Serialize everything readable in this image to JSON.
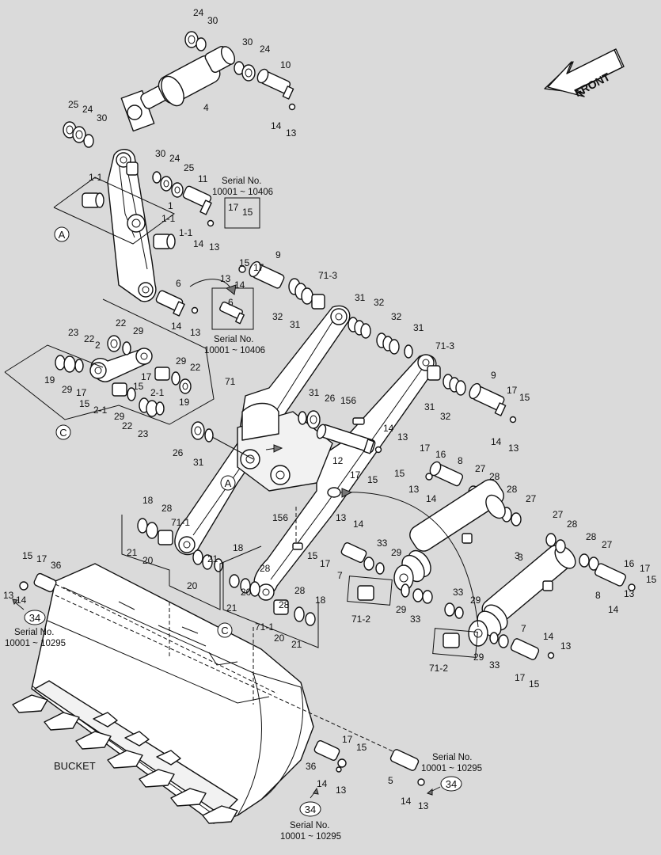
{
  "front_label": "FRONT",
  "bucket_label": "BUCKET",
  "serial_notes": [
    {
      "id": "s1",
      "title": "Serial No.",
      "range": "10001 ~ 10406"
    },
    {
      "id": "s2",
      "title": "Serial No.",
      "range": "10001 ~ 10406"
    },
    {
      "id": "s3",
      "title": "Serial No.",
      "range": "10001 ~ 10295"
    },
    {
      "id": "s4",
      "title": "Serial No.",
      "range": "10001 ~ 10295"
    },
    {
      "id": "s5",
      "title": "Serial No.",
      "range": "10001 ~ 10295"
    }
  ],
  "detail_refs": [
    {
      "id": "ref-a-1",
      "text": "A"
    },
    {
      "id": "ref-a-2",
      "text": "A"
    },
    {
      "id": "ref-c-1",
      "text": "C"
    },
    {
      "id": "ref-c-2",
      "text": "C"
    },
    {
      "id": "ref-34-1",
      "text": "34"
    },
    {
      "id": "ref-34-2",
      "text": "34"
    },
    {
      "id": "ref-34-3",
      "text": "34"
    }
  ],
  "inset_label": "6",
  "callouts": [
    {
      "t": "24"
    },
    {
      "t": "30"
    },
    {
      "t": "30"
    },
    {
      "t": "24"
    },
    {
      "t": "10"
    },
    {
      "t": "4"
    },
    {
      "t": "14"
    },
    {
      "t": "13"
    },
    {
      "t": "25"
    },
    {
      "t": "24"
    },
    {
      "t": "30"
    },
    {
      "t": "30"
    },
    {
      "t": "24"
    },
    {
      "t": "25"
    },
    {
      "t": "11"
    },
    {
      "t": "17"
    },
    {
      "t": "15"
    },
    {
      "t": "1-1"
    },
    {
      "t": "1"
    },
    {
      "t": "1-1"
    },
    {
      "t": "1-1"
    },
    {
      "t": "14"
    },
    {
      "t": "13"
    },
    {
      "t": "15"
    },
    {
      "t": "17"
    },
    {
      "t": "9"
    },
    {
      "t": "13"
    },
    {
      "t": "14"
    },
    {
      "t": "71-3"
    },
    {
      "t": "32"
    },
    {
      "t": "31"
    },
    {
      "t": "6"
    },
    {
      "t": "14"
    },
    {
      "t": "13"
    },
    {
      "t": "31"
    },
    {
      "t": "32"
    },
    {
      "t": "32"
    },
    {
      "t": "31"
    },
    {
      "t": "22"
    },
    {
      "t": "29"
    },
    {
      "t": "2"
    },
    {
      "t": "23"
    },
    {
      "t": "22"
    },
    {
      "t": "19"
    },
    {
      "t": "29"
    },
    {
      "t": "17"
    },
    {
      "t": "15"
    },
    {
      "t": "29"
    },
    {
      "t": "22"
    },
    {
      "t": "2-1"
    },
    {
      "t": "17"
    },
    {
      "t": "15"
    },
    {
      "t": "2-1"
    },
    {
      "t": "19"
    },
    {
      "t": "29"
    },
    {
      "t": "22"
    },
    {
      "t": "23"
    },
    {
      "t": "71-3"
    },
    {
      "t": "9"
    },
    {
      "t": "17"
    },
    {
      "t": "15"
    },
    {
      "t": "31"
    },
    {
      "t": "32"
    },
    {
      "t": "14"
    },
    {
      "t": "13"
    },
    {
      "t": "71"
    },
    {
      "t": "31"
    },
    {
      "t": "26"
    },
    {
      "t": "156"
    },
    {
      "t": "14"
    },
    {
      "t": "13"
    },
    {
      "t": "12"
    },
    {
      "t": "17"
    },
    {
      "t": "15"
    },
    {
      "t": "26"
    },
    {
      "t": "31"
    },
    {
      "t": "17"
    },
    {
      "t": "16"
    },
    {
      "t": "8"
    },
    {
      "t": "15"
    },
    {
      "t": "13"
    },
    {
      "t": "14"
    },
    {
      "t": "27"
    },
    {
      "t": "28"
    },
    {
      "t": "28"
    },
    {
      "t": "27"
    },
    {
      "t": "18"
    },
    {
      "t": "28"
    },
    {
      "t": "71-1"
    },
    {
      "t": "21"
    },
    {
      "t": "20"
    },
    {
      "t": "156"
    },
    {
      "t": "13"
    },
    {
      "t": "14"
    },
    {
      "t": "15"
    },
    {
      "t": "17"
    },
    {
      "t": "33"
    },
    {
      "t": "29"
    },
    {
      "t": "7"
    },
    {
      "t": "3"
    },
    {
      "t": "21"
    },
    {
      "t": "18"
    },
    {
      "t": "28"
    },
    {
      "t": "20"
    },
    {
      "t": "21"
    },
    {
      "t": "20"
    },
    {
      "t": "28"
    },
    {
      "t": "71-1"
    },
    {
      "t": "28"
    },
    {
      "t": "18"
    },
    {
      "t": "20"
    },
    {
      "t": "21"
    },
    {
      "t": "71-2"
    },
    {
      "t": "29"
    },
    {
      "t": "33"
    },
    {
      "t": "27"
    },
    {
      "t": "28"
    },
    {
      "t": "3"
    },
    {
      "t": "28"
    },
    {
      "t": "27"
    },
    {
      "t": "16"
    },
    {
      "t": "17"
    },
    {
      "t": "15"
    },
    {
      "t": "8"
    },
    {
      "t": "14"
    },
    {
      "t": "13"
    },
    {
      "t": "33"
    },
    {
      "t": "29"
    },
    {
      "t": "7"
    },
    {
      "t": "14"
    },
    {
      "t": "13"
    },
    {
      "t": "29"
    },
    {
      "t": "33"
    },
    {
      "t": "71-2"
    },
    {
      "t": "17"
    },
    {
      "t": "15"
    },
    {
      "t": "15"
    },
    {
      "t": "17"
    },
    {
      "t": "36"
    },
    {
      "t": "13"
    },
    {
      "t": "14"
    },
    {
      "t": "17"
    },
    {
      "t": "15"
    },
    {
      "t": "36"
    },
    {
      "t": "14"
    },
    {
      "t": "13"
    },
    {
      "t": "5"
    },
    {
      "t": "14"
    },
    {
      "t": "13"
    }
  ]
}
